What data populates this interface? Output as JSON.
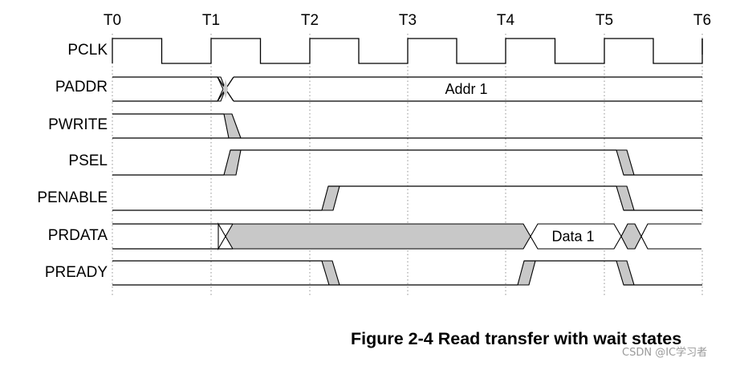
{
  "diagram": {
    "time_markers": [
      "T0",
      "T1",
      "T2",
      "T3",
      "T4",
      "T5",
      "T6"
    ],
    "signals": [
      {
        "name": "PCLK",
        "kind": "clock"
      },
      {
        "name": "PADDR",
        "kind": "bus",
        "value": "Addr 1"
      },
      {
        "name": "PWRITE",
        "kind": "level"
      },
      {
        "name": "PSEL",
        "kind": "level"
      },
      {
        "name": "PENABLE",
        "kind": "level"
      },
      {
        "name": "PRDATA",
        "kind": "bus",
        "value": "Data 1"
      },
      {
        "name": "PREADY",
        "kind": "level"
      }
    ],
    "colors": {
      "line": "#000000",
      "transition_fill": "#c8c8c8",
      "grid": "#909090"
    }
  },
  "caption": "Figure 2-4 Read transfer with wait states",
  "watermark": "CSDN @IC学习者"
}
